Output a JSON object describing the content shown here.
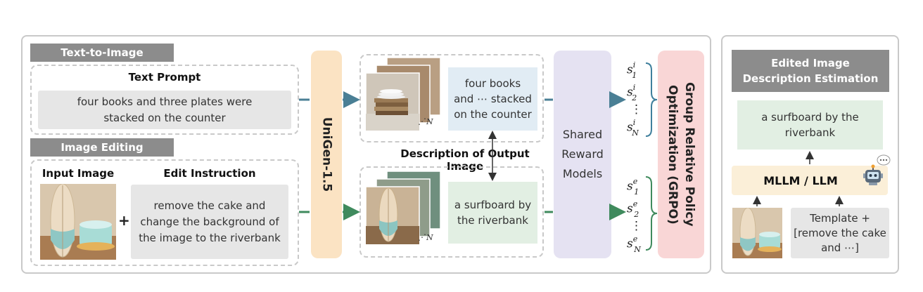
{
  "text_to_image": {
    "header": "Text-to-Image",
    "prompt_title": "Text Prompt",
    "prompt_line1": "four books and three plates were",
    "prompt_line2": "stacked on the counter"
  },
  "image_editing": {
    "header": "Image Editing",
    "input_label": "Input Image",
    "instruction_label": "Edit Instruction",
    "plus": "+",
    "instruction_line1": "remove the cake and",
    "instruction_line2": "change the background of",
    "instruction_line3": "the image to the riverbank"
  },
  "unigen": {
    "label": "UniGen-1.5"
  },
  "outputs": {
    "top_desc_line1": "four books",
    "top_desc_line2": "and ⋯ stacked",
    "top_desc_line3": "on the counter",
    "bottom_desc_line1": "a surfboard by",
    "bottom_desc_line2": "the riverbank",
    "between_label": "Description of Output Image",
    "n_label": "N"
  },
  "reward": {
    "line1": "Shared",
    "line2": "Reward",
    "line3": "Models"
  },
  "scores": {
    "top": {
      "s": "s",
      "sup": "i",
      "subs": [
        "1",
        "2",
        "N"
      ]
    },
    "bottom": {
      "s": "s",
      "sup": "e",
      "subs": [
        "1",
        "2",
        "N"
      ]
    },
    "ellipsis": "⋮"
  },
  "grpo": {
    "line1": "Group Relative Policy",
    "line2": "Optimization (GRPO)"
  },
  "right_panel": {
    "header_line1": "Edited Image",
    "header_line2": "Description Estimation",
    "desc_line1": "a surfboard by the",
    "desc_line2": "riverbank",
    "model_label": "MLLM / LLM",
    "template_line1": "Template +",
    "template_line2": "[remove the cake",
    "template_line3": "and ⋯]"
  },
  "colors": {
    "teal_arrow": "#4a7f95",
    "green_arrow": "#3f8a5d",
    "unigen_bg": "#fbe3c3",
    "reward_bg": "#e5e2f2",
    "grpo_bg": "#f9d6d6",
    "mllm_bg": "#fbefd8",
    "blue_box": "#e1ecf4",
    "green_box": "#e2efe3",
    "brace_teal": "#3f7f9c",
    "brace_green": "#3f8a5d"
  },
  "icons": [
    "robot-icon",
    "speech-bubble-icon"
  ]
}
